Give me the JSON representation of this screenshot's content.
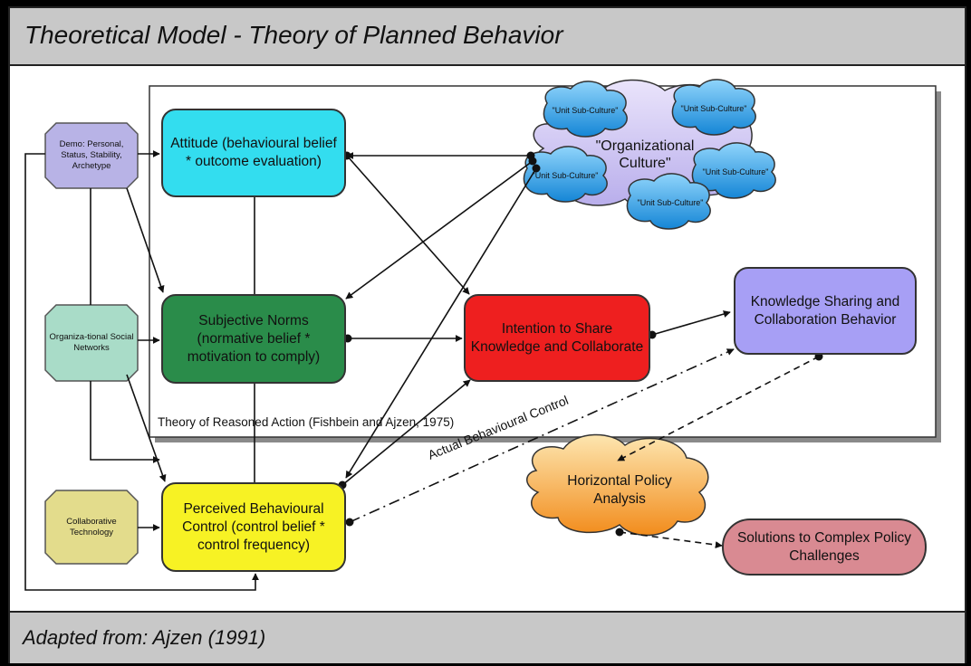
{
  "header": {
    "title": "Theoretical Model - Theory of Planned Behavior"
  },
  "footer": {
    "text": "Adapted from: Ajzen (1991)"
  },
  "nodes": {
    "demo": "Demo: Personal, Status, Stability, Archetype",
    "org_networks": "Organiza-tional Social Networks",
    "collab_tech": "Collaborative Technology",
    "attitude": "Attitude (behavioural belief * outcome evaluation)",
    "subjective_norms": "Subjective Norms (normative belief * motivation to comply)",
    "pbc": "Perceived Behavioural Control (control belief * control frequency)",
    "intention": "Intention to Share Knowledge and Collaborate",
    "behavior": "Knowledge Sharing and Collaboration Behavior",
    "org_culture": "\"Organizational Culture\"",
    "sub_culture": "\"Unit Sub-Culture\"",
    "policy_analysis": "Horizontal Policy Analysis",
    "solutions": "Solutions to Complex Policy Challenges"
  },
  "labels": {
    "tra": "Theory of Reasoned Action (Fishbein and Ajzen, 1975)",
    "abc": "Actual Behavioural Control"
  },
  "colors": {
    "attitude": "#33ddef",
    "subjective_norms": "#2a8c4a",
    "pbc": "#f7f224",
    "intention": "#ee1f1f",
    "behavior": "#a79ff5",
    "solutions": "#d98a92",
    "policy": "#f8a23a",
    "cloud_blue": "#2a9ee6",
    "culture": "#c8c0f0"
  }
}
